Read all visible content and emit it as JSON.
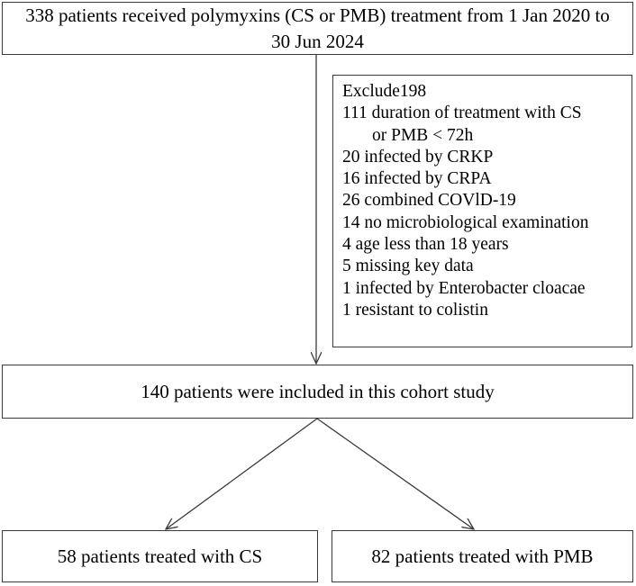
{
  "flowchart": {
    "top_box": {
      "line1": "338 patients received polymyxins (CS or PMB) treatment from 1 Jan 2020 to",
      "line2": "30 Jun 2024"
    },
    "exclusion_box": {
      "title": "Exclude198",
      "items": [
        "111 duration of treatment with CS",
        "or PMB < 72h",
        "20 infected by CRKP",
        "16 infected by CRPA",
        "26 combined COVlD-19",
        "14 no microbiological examination",
        "4 age less than 18 years",
        "5 missing key data",
        "1 infected by Enterobacter cloacae",
        "1 resistant to colistin"
      ]
    },
    "included_box": {
      "text": "140 patients were included in this cohort study"
    },
    "cs_box": {
      "text": "58 patients treated with CS"
    },
    "pmb_box": {
      "text": "82 patients treated with PMB"
    }
  }
}
